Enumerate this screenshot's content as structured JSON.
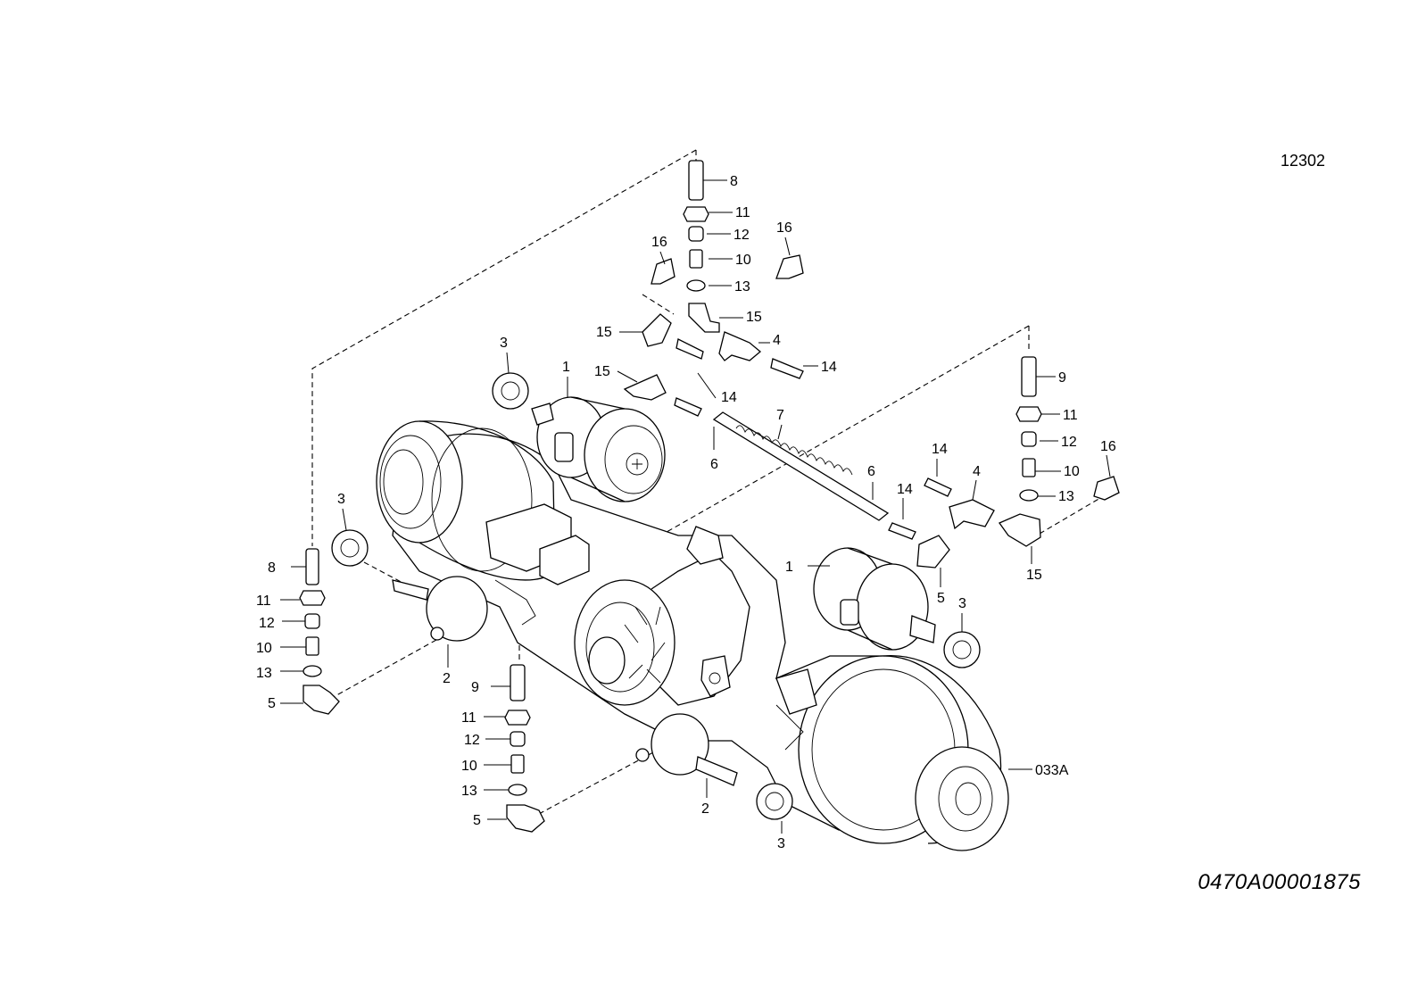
{
  "drawing": {
    "sheet_ref": "12302",
    "document_id": "0470A00001875",
    "callouts": [
      {
        "label": "8"
      },
      {
        "label": "11"
      },
      {
        "label": "12"
      },
      {
        "label": "10"
      },
      {
        "label": "13"
      },
      {
        "label": "15"
      },
      {
        "label": "16"
      },
      {
        "label": "16"
      },
      {
        "label": "15"
      },
      {
        "label": "4"
      },
      {
        "label": "14"
      },
      {
        "label": "15"
      },
      {
        "label": "14"
      },
      {
        "label": "3"
      },
      {
        "label": "1"
      },
      {
        "label": "7"
      },
      {
        "label": "6"
      },
      {
        "label": "6"
      },
      {
        "label": "9"
      },
      {
        "label": "11"
      },
      {
        "label": "12"
      },
      {
        "label": "10"
      },
      {
        "label": "13"
      },
      {
        "label": "16"
      },
      {
        "label": "14"
      },
      {
        "label": "14"
      },
      {
        "label": "4"
      },
      {
        "label": "15"
      },
      {
        "label": "1"
      },
      {
        "label": "5"
      },
      {
        "label": "3"
      },
      {
        "label": "3"
      },
      {
        "label": "8"
      },
      {
        "label": "11"
      },
      {
        "label": "12"
      },
      {
        "label": "10"
      },
      {
        "label": "13"
      },
      {
        "label": "5"
      },
      {
        "label": "2"
      },
      {
        "label": "9"
      },
      {
        "label": "11"
      },
      {
        "label": "12"
      },
      {
        "label": "10"
      },
      {
        "label": "13"
      },
      {
        "label": "5"
      },
      {
        "label": "2"
      },
      {
        "label": "3"
      },
      {
        "label": "033A"
      }
    ]
  }
}
